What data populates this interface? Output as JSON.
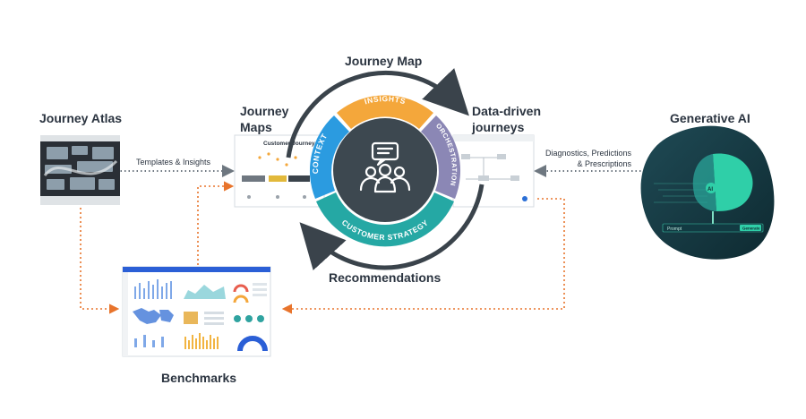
{
  "labels": {
    "journey_atlas": "Journey Atlas",
    "journey_maps": "Journey\nMaps",
    "journey_map": "Journey Map",
    "data_driven": "Data-driven\njourneys",
    "generative_ai": "Generative AI",
    "recommendations": "Recommendations",
    "benchmarks": "Benchmarks"
  },
  "connectors": {
    "templates": "Templates & Insights",
    "diagnostics": "Diagnostics, Predictions\n& Prescriptions"
  },
  "ring": {
    "segments": [
      "INSIGHTS",
      "ORCHESTRATION",
      "CUSTOMER STRATEGY",
      "CONTEXT"
    ],
    "colors": {
      "insights": "#f4a73b",
      "orchestration": "#8b87b5",
      "strategy": "#25a8a4",
      "context": "#2b9be0",
      "core": "#3d4850"
    }
  },
  "mock": {
    "customer_journey_title": "Customer Journey",
    "ai_badge": "AI",
    "prompt_label": "Prompt",
    "generate_label": "Generate"
  },
  "colors": {
    "accent_orange": "#e8742c",
    "dark": "#3a434b",
    "dots": "#6e7780"
  }
}
